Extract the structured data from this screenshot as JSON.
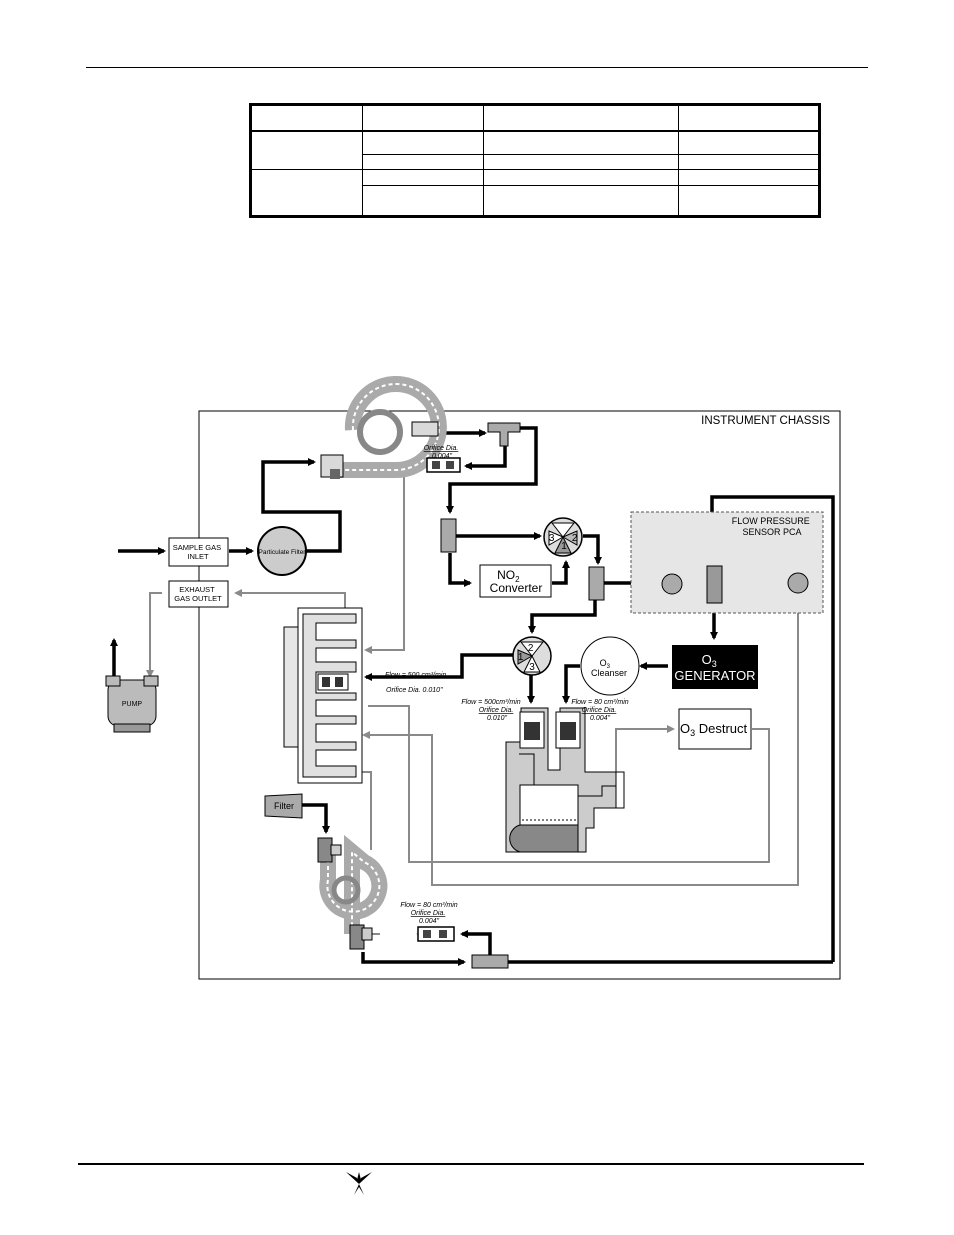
{
  "table": {
    "headers": [
      "",
      "",
      "",
      ""
    ],
    "rows": [
      [
        "",
        "",
        "",
        ""
      ],
      [
        "",
        "",
        ""
      ],
      [
        "",
        "",
        "",
        ""
      ],
      [
        "",
        "",
        ""
      ]
    ]
  },
  "diagram": {
    "chassis_label": "INSTRUMENT CHASSIS",
    "sample_inlet": [
      "SAMPLE GAS",
      "INLET"
    ],
    "exhaust_outlet": [
      "EXHAUST",
      "GAS OUTLET"
    ],
    "pump": "PUMP",
    "particulate_filter": "Particulate Filter",
    "flow_sensor": [
      "FLOW PRESSURE",
      "SENSOR PCA"
    ],
    "no2_converter": {
      "main": "NO",
      "sub": "2",
      "line2": "Converter"
    },
    "o3_cleanser": {
      "main": "O",
      "sub": "3",
      "line2": "Cleanser"
    },
    "o3_generator": {
      "main": "O",
      "sub": "3",
      "line2": "GENERATOR"
    },
    "o3_destruct": {
      "main": "O",
      "sub": "3",
      "rest": " Destruct"
    },
    "filter": "Filter",
    "valve_numbers": [
      "3",
      "2",
      "1"
    ],
    "annotations": {
      "orifice_top": [
        "Orifice Dia.",
        "0.004\""
      ],
      "flow_manifold": "Flow = 500 cm³/min",
      "orifice_manifold": "Orifice Dia. 0.010\"",
      "flow_left_cell": [
        "Flow = 500cm³/min",
        "Orifice Dia.",
        "0.010\""
      ],
      "flow_right_cell": [
        "Flow = 80 cm³/min",
        "Orifice Dia.",
        "0.004\""
      ],
      "flow_bottom": [
        "Flow = 80 cm³/min",
        "Orifice Dia.",
        "0.004\""
      ]
    }
  },
  "colors": {
    "line_black": "#000000",
    "line_gray": "#8a8a8a",
    "fill_gray": "#c8c8c8",
    "fill_light": "#e6e6e6"
  }
}
